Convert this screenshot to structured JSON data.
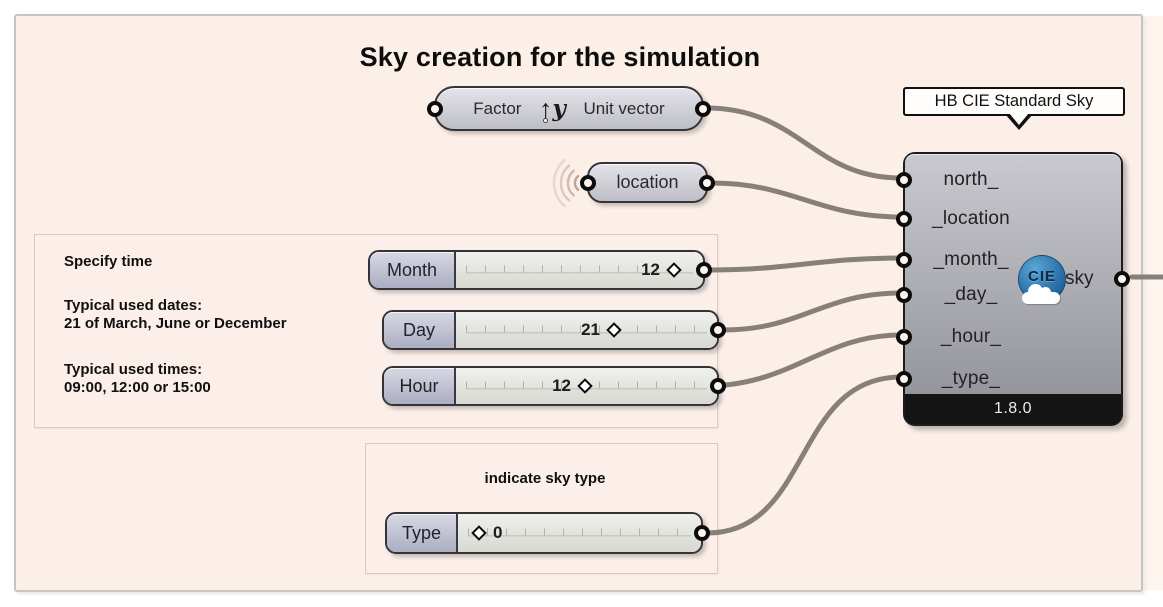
{
  "title": "Sky creation for the simulation",
  "colors": {
    "group_fill": "#fcefe8",
    "wire": "#87807a",
    "component_gray": "#b4b4bc",
    "version_bar": "#141414",
    "cie_blue": "#2f77ae"
  },
  "unit_vector_component": {
    "input_label": "Factor",
    "icon": "unit-y-vector-icon",
    "label": "Unit vector"
  },
  "location_param": {
    "label": "location",
    "icon": "wireless-receiver-icon"
  },
  "time_group": {
    "note_title": "Specify time",
    "note_dates_1": "Typical used dates:",
    "note_dates_2": "21 of March, June or December",
    "note_times_1": "Typical used times:",
    "note_times_2": "09:00, 12:00 or 15:00",
    "sliders": [
      {
        "label": "Month",
        "value": "12"
      },
      {
        "label": "Day",
        "value": "21"
      },
      {
        "label": "Hour",
        "value": "12"
      }
    ]
  },
  "sky_type_group": {
    "note": "indicate sky type",
    "slider": {
      "label": "Type",
      "value": "0"
    }
  },
  "hb_component": {
    "tooltip": "HB CIE Standard Sky",
    "inputs": [
      "north_",
      "_location",
      "_month_",
      "_day_",
      "_hour_",
      "_type_"
    ],
    "output_label": "sky",
    "icon_label": "CIE",
    "version": "1.8.0"
  }
}
